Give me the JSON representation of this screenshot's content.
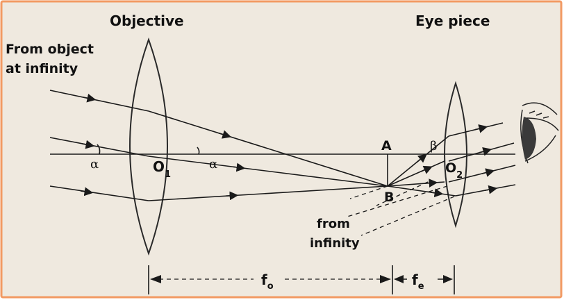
{
  "labels": {
    "objective": "Objective",
    "eyepiece": "Eye piece",
    "from_object_line1": "From object",
    "from_object_line2": "at infinity",
    "from_infinity_line1": "from",
    "from_infinity_line2": "infinity",
    "alpha": "α",
    "beta": "β",
    "point_a": "A",
    "point_b": "B",
    "o1_main": "O",
    "o1_sub": "1",
    "o2_main": "O",
    "o2_sub": "2",
    "fo_main": "f",
    "fo_sub": "o",
    "fe_main": "f",
    "fe_sub": "e"
  },
  "colors": {
    "frame_border": "#f29a63",
    "background": "#efe9df"
  },
  "icons": {
    "eye": "eye-icon"
  }
}
